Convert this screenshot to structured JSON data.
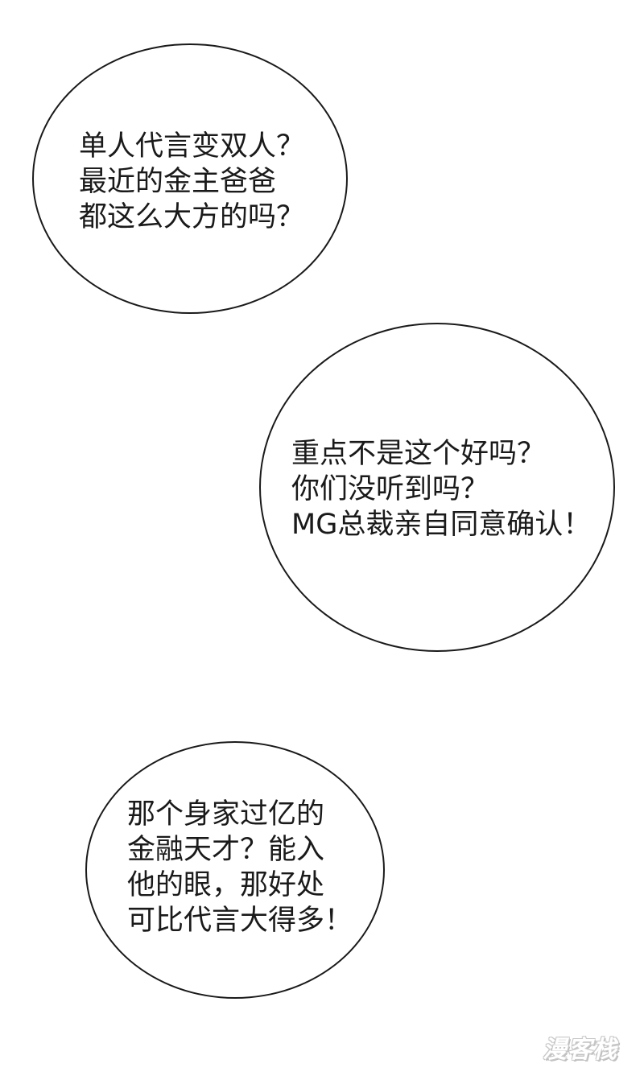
{
  "bubbles": [
    {
      "lines": [
        "单人代言变双人？",
        "最近的金主爸爸",
        "都这么大方的吗？"
      ]
    },
    {
      "lines": [
        "重点不是这个好吗？",
        "你们没听到吗？",
        "MG总裁亲自同意确认！"
      ]
    },
    {
      "lines": [
        "那个身家过亿的",
        "金融天才？能入",
        "他的眼，那好处",
        "可比代言大得多！"
      ]
    }
  ],
  "watermark": {
    "text": "漫客栈"
  },
  "colors": {
    "ink": "#1a1a1a",
    "background": "#ffffff",
    "watermark": "#c8c8c8"
  }
}
